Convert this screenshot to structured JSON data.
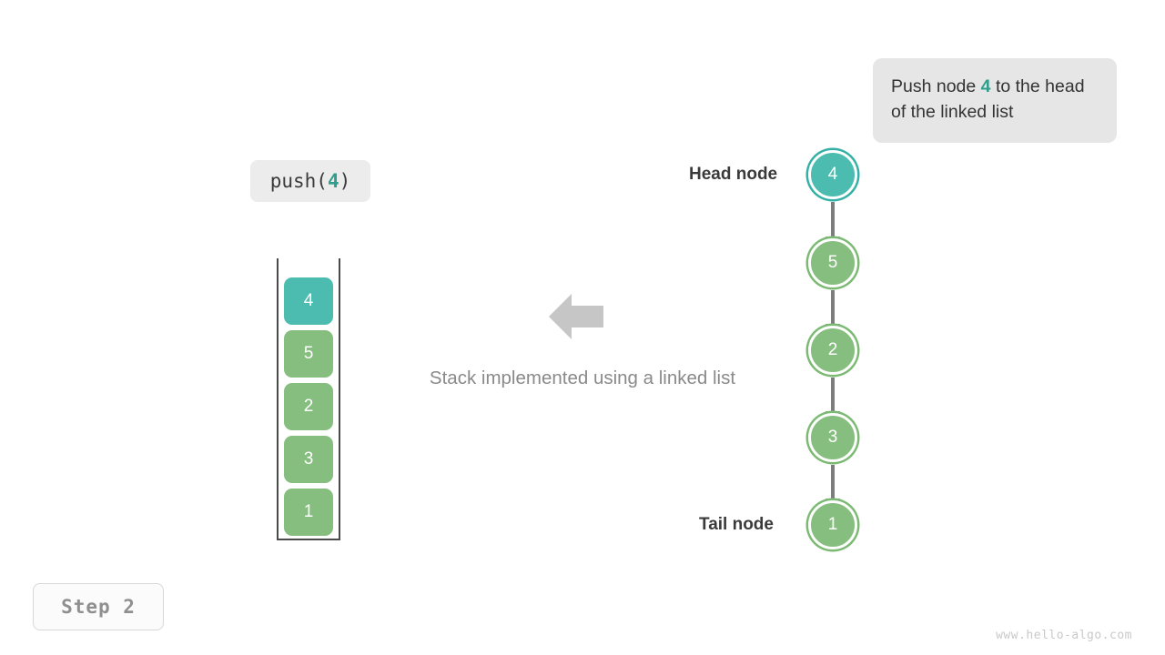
{
  "callout": {
    "text_before": "Push node ",
    "highlight": "4",
    "text_after": " to the head of the linked list"
  },
  "operation_label": {
    "prefix": "push(",
    "value": "4",
    "suffix": ")"
  },
  "stack": {
    "caption": "Stack implemented using a linked list",
    "arrow_icon": "left-arrow-icon",
    "boxes": [
      {
        "value": "4",
        "color": "teal",
        "hex": "#4cbcb1"
      },
      {
        "value": "5",
        "color": "green",
        "hex": "#86be7f"
      },
      {
        "value": "2",
        "color": "green",
        "hex": "#86be7f"
      },
      {
        "value": "3",
        "color": "green",
        "hex": "#86be7f"
      },
      {
        "value": "1",
        "color": "green",
        "hex": "#86be7f"
      }
    ]
  },
  "linked_list": {
    "head_label": "Head node",
    "tail_label": "Tail node",
    "nodes": [
      {
        "value": "4",
        "color": "teal",
        "hex": "#4cbcb1"
      },
      {
        "value": "5",
        "color": "green",
        "hex": "#86be7f"
      },
      {
        "value": "2",
        "color": "green",
        "hex": "#86be7f"
      },
      {
        "value": "3",
        "color": "green",
        "hex": "#86be7f"
      },
      {
        "value": "1",
        "color": "green",
        "hex": "#86be7f"
      }
    ]
  },
  "step_badge": "Step 2",
  "watermark": "www.hello-algo.com",
  "colors": {
    "accent_teal": "#4cbcb1",
    "node_green": "#86be7f",
    "highlight_text": "#2f9e8c",
    "arrow_gray": "#7d7d7d",
    "caption_gray": "#8a8a8a",
    "callout_bg": "#e6e6e6",
    "pill_bg": "#ececec"
  }
}
